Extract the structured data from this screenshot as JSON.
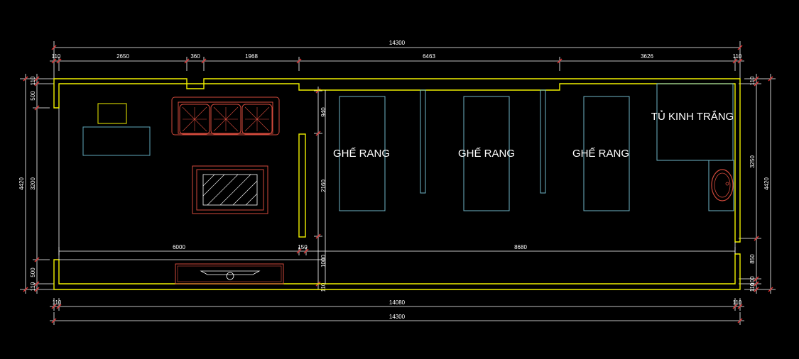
{
  "colors": {
    "background": "#000000",
    "wall": "#f0f000",
    "dimension": "#ffffff",
    "furniture_cyan": "#5fa9bd",
    "furniture_red": "#d24a3c",
    "partition": "#6fb6c8"
  },
  "dimensions": {
    "top_overall": "14300",
    "top_segments": [
      "110",
      "2650",
      "360",
      "1968",
      "6463",
      "3626",
      "110"
    ],
    "bottom_segments": [
      "110",
      "14080",
      "110"
    ],
    "bottom_overall": "14300",
    "left_overall": "4420",
    "left_segments": [
      "110",
      "500",
      "3200",
      "500",
      "110"
    ],
    "right_overall": "4420",
    "right_segments": [
      "110",
      "3250",
      "850",
      "100",
      "110"
    ],
    "interior_horizontal": [
      "6000",
      "150",
      "8680"
    ],
    "interior_vertical": [
      "940",
      "2160",
      "1000",
      "110"
    ]
  },
  "room_labels": {
    "chair_1": "GHẾ RANG",
    "chair_2": "GHẾ RANG",
    "chair_3": "GHẾ RANG",
    "cabinet": "TỦ KINH TRẮNG"
  }
}
